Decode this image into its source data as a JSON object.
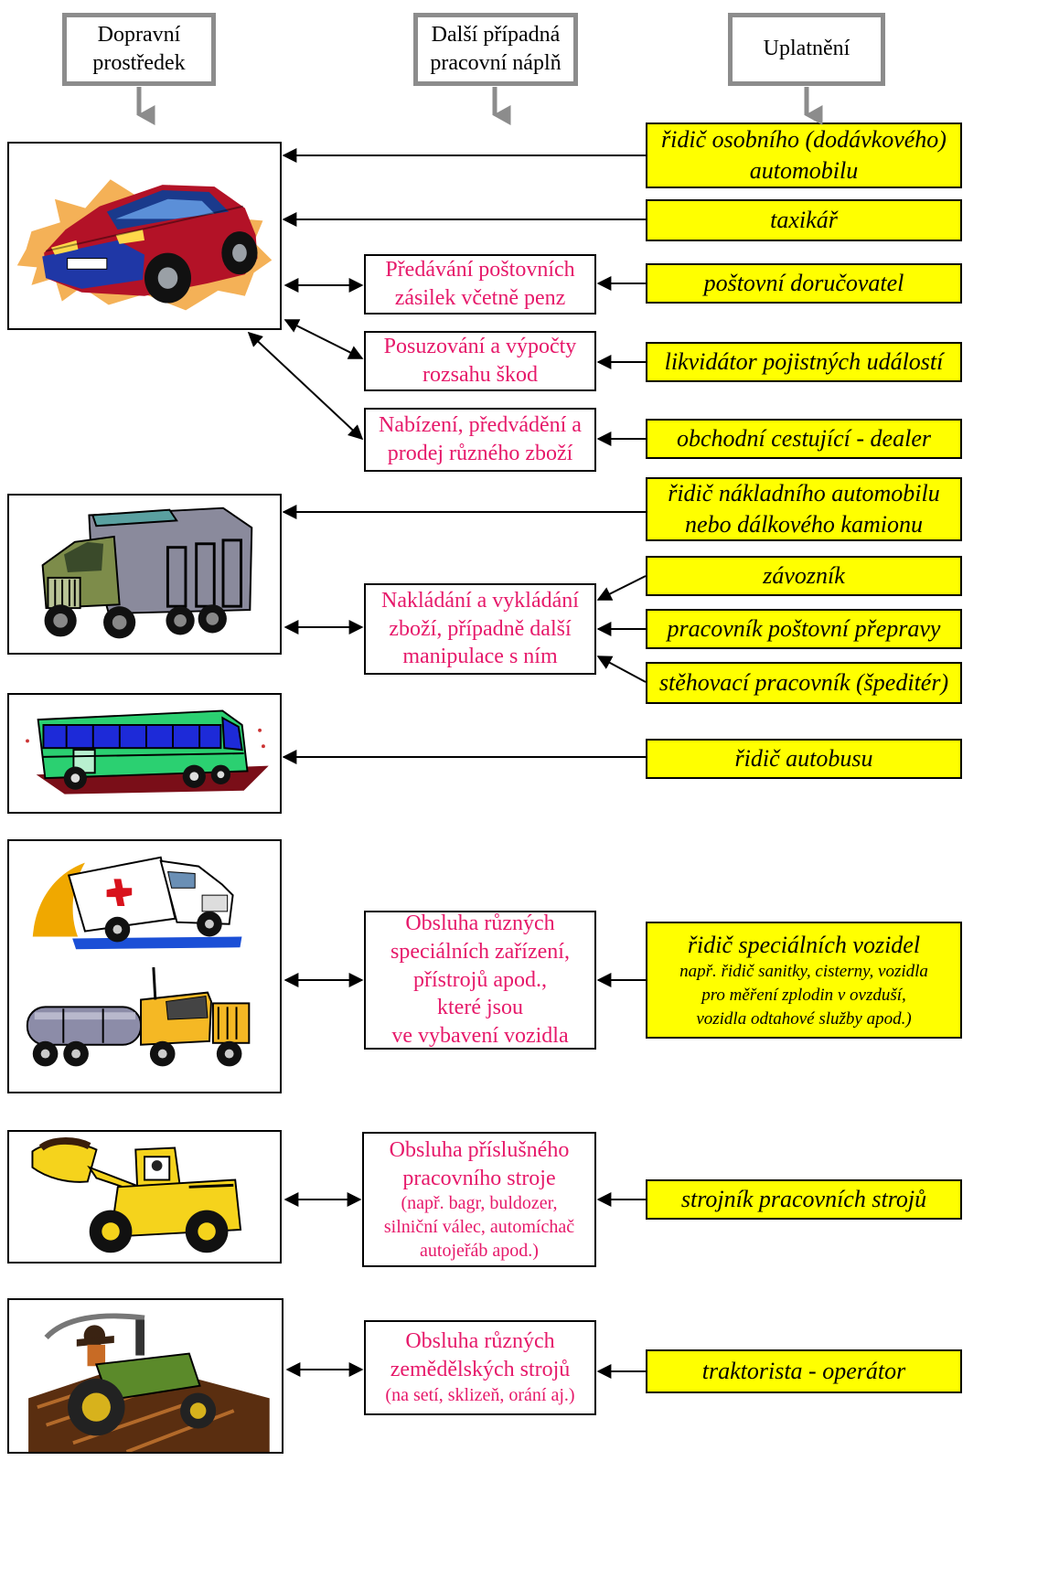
{
  "headers": {
    "vehicle": "Dopravní\nprostředek",
    "tasks": "Další případná\npracovní náplň",
    "jobs": "Uplatnění"
  },
  "tasks": {
    "post": [
      "Předávání poštovních",
      "zásilek včetně penz"
    ],
    "damage": [
      "Posuzování a výpočty",
      "rozsahu škod"
    ],
    "sales": [
      "Nabízení, předvádění a",
      "prodej různého zboží"
    ],
    "loading": [
      "Nakládání a vykládání",
      "zboží, případně další",
      "manipulace s ním"
    ],
    "special": [
      "Obsluha různých",
      "speciálních zařízení,",
      "přístrojů apod.,",
      "které jsou",
      "ve vybavení vozidla"
    ],
    "machine": {
      "lines": [
        "Obsluha příslušného",
        "pracovního stroje"
      ],
      "small": [
        "(např. bagr, buldozer,",
        "silniční válec, automíchač",
        "autojeřáb apod.)"
      ]
    },
    "agri": {
      "lines": [
        "Obsluha různých",
        "zemědělských strojů"
      ],
      "small": [
        "(na setí, sklizeň, orání aj.)"
      ]
    }
  },
  "jobs": {
    "car_driver": [
      "řidič osobního (dodávkového)",
      "automobilu"
    ],
    "taxi": [
      "taxikář"
    ],
    "postman": [
      "poštovní doručovatel"
    ],
    "adjuster": [
      "likvidátor pojistných událostí"
    ],
    "salesman": [
      "obchodní cestující - dealer"
    ],
    "truck_driver": [
      "řidič nákladního automobilu",
      "nebo dálkového kamionu"
    ],
    "loader": [
      "závozník"
    ],
    "post_transport": [
      "pracovník poštovní přepravy"
    ],
    "mover": [
      "stěhovací pracovník (špeditér)"
    ],
    "bus_driver": [
      "řidič autobusu"
    ],
    "special_driver": {
      "title": "řidič speciálních vozidel",
      "small": [
        "např. řidič sanitky, cisterny, vozidla",
        "pro měření zplodin v ovzduší,",
        "vozidla odtahové služby apod.)"
      ]
    },
    "machinist": [
      "strojník pracovních strojů"
    ],
    "tractorist": [
      "traktorista - operátor"
    ]
  },
  "images": {
    "car": "car-clipart",
    "truck": "dump-truck-clipart",
    "bus": "bus-clipart",
    "ambulance": "ambulance-clipart",
    "tanker": "tanker-truck-clipart",
    "loader": "wheel-loader-clipart",
    "tractor": "tractor-clipart"
  },
  "colors": {
    "task_text": "#e6196a",
    "job_fill": "#ffff00",
    "header_border": "#8c8c8c"
  }
}
